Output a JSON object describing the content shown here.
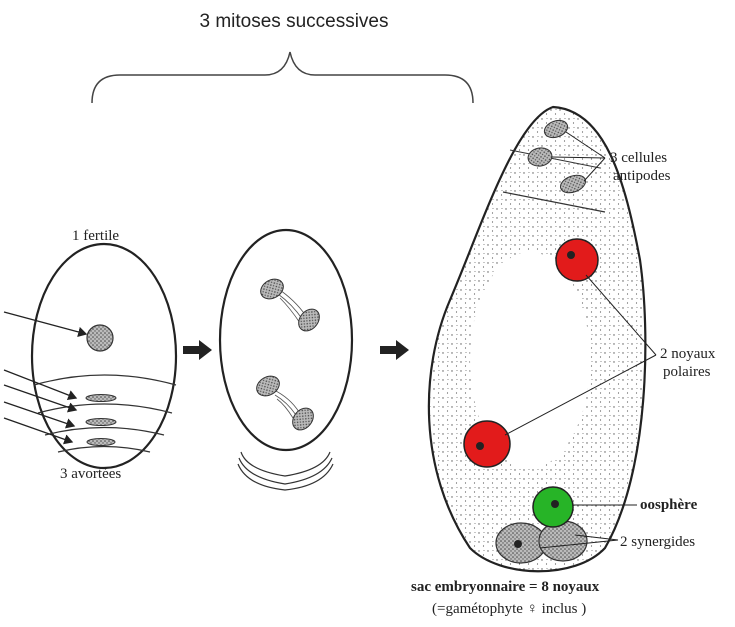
{
  "title": "3 mitoses successives",
  "labels": {
    "fertile": "1 fertile",
    "avortees": "3 avortées",
    "antipodes_line1": "3 cellules",
    "antipodes_line2": "antipodes",
    "polaires_line1": "2 noyaux",
    "polaires_line2": "polaires",
    "oosphere": "oosphère",
    "synergides": "2 synergides",
    "caption_line1": "sac embryonnaire = 8 noyaux",
    "caption_line2": "(=gamétophyte ♀ inclus )"
  },
  "colors": {
    "polar_nucleus": "#e21b1b",
    "oosphere": "#27b427",
    "outline": "#222222",
    "stipple": "#555555"
  }
}
